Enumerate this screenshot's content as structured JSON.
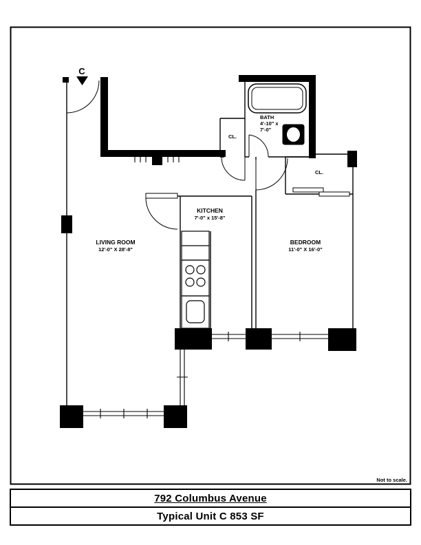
{
  "plan": {
    "entry_marker": "C",
    "note": "Not to scale.",
    "rooms": {
      "living": {
        "name": "LIVING ROOM",
        "dims": "12'-0\" X 28'-8\""
      },
      "kitchen": {
        "name": "KITCHEN",
        "dims": "7'-0\" x 15'-8\""
      },
      "bedroom": {
        "name": "BEDROOM",
        "dims": "11'-0\" X 16'-0\""
      },
      "bath": {
        "name": "BATH",
        "dims_line1": "4'-10\" x",
        "dims_line2": "7'-0\""
      },
      "closet_hall": {
        "name": "CL."
      },
      "closet_bedroom": {
        "name": "CL."
      }
    },
    "colors": {
      "ink": "#000000",
      "paper": "#ffffff"
    }
  },
  "title_block": {
    "line1": "792 Columbus Avenue",
    "line2": "Typical Unit C 853 SF"
  }
}
